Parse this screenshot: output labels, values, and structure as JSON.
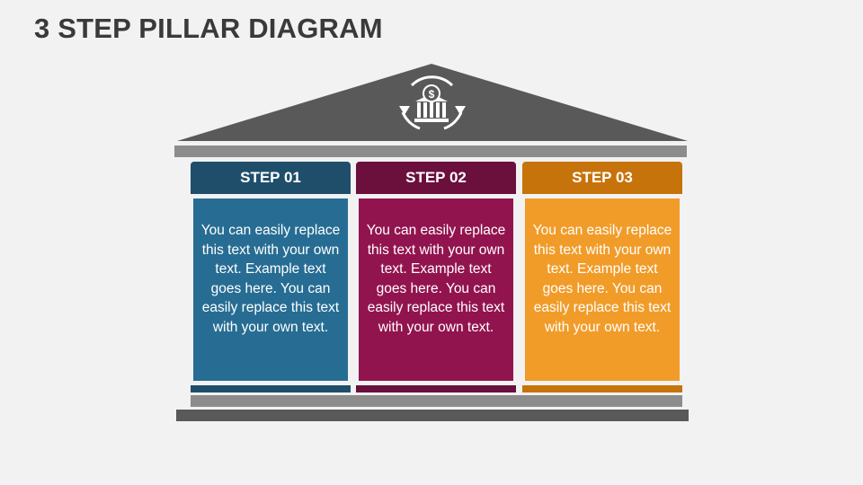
{
  "title": "3 STEP PILLAR DIAGRAM",
  "icon": "bank-dollar-cycle-icon",
  "colors": {
    "roof": "#595959",
    "beam": "#8c8c8c",
    "step1_dark": "#1f4e6b",
    "step1_light": "#276d93",
    "step2_dark": "#6b0f3d",
    "step2_light": "#92144f",
    "step3_dark": "#c7730b",
    "step3_light": "#f19c29"
  },
  "steps": [
    {
      "label": "STEP 01",
      "text": "You can easily replace this text with your own text. Example text goes here. You can easily replace this text with your own text."
    },
    {
      "label": "STEP 02",
      "text": "You can easily replace this text with your own text. Example text goes here. You can easily replace this text with your own text."
    },
    {
      "label": "STEP 03",
      "text": "You can easily replace this text with your own text. Example text goes here. You can easily replace this text with your own text."
    }
  ]
}
